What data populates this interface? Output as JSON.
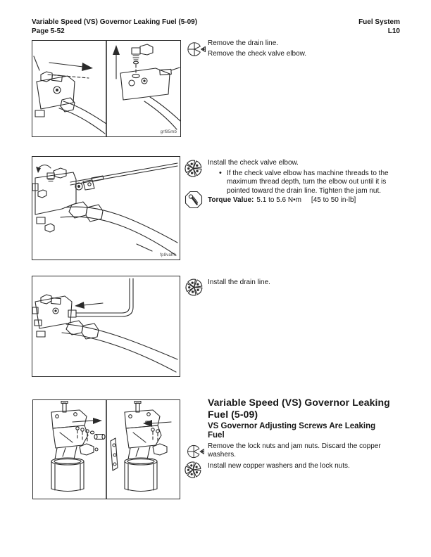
{
  "header": {
    "left_line1": "Variable Speed (VS) Governor Leaking Fuel (5-09)",
    "left_line2": "Page 5-52",
    "right_line1": "Fuel System",
    "right_line2": "L10"
  },
  "figures": {
    "fig1_caption": "grf85mb",
    "fig2_caption": "fp8vahh"
  },
  "icons": {
    "remove_icon": "pie-circle-with-removed-slice",
    "install_icon": "segmented-circle-with-fasteners",
    "torque_icon": "torque-wrench-in-octagon"
  },
  "steps": {
    "remove_drain_line": "Remove the drain line.",
    "remove_check_valve_elbow": "Remove the check valve elbow.",
    "install_check_valve_elbow": "Install the check valve elbow.",
    "bullet_char": "•",
    "elbow_note": "If the check valve elbow has machine threads to the maximum thread depth, turn the elbow out until it is pointed toward the drain line. Tighten the jam nut.",
    "torque_label": "Torque Value:",
    "torque_metric": "5.1 to 5.6 N•m",
    "torque_imperial": "[45 to 50 in-lb]",
    "install_drain_line": "Install the drain line."
  },
  "section": {
    "heading_line1": "Variable Speed (VS) Governor Leaking",
    "heading_line2": "Fuel (5-09)",
    "subheading_line1": "VS Governor Adjusting Screws Are Leaking",
    "subheading_line2": "Fuel",
    "step_remove": "Remove the lock nuts and jam nuts. Discard the copper washers.",
    "step_install": "Install new copper washers and the lock nuts."
  }
}
